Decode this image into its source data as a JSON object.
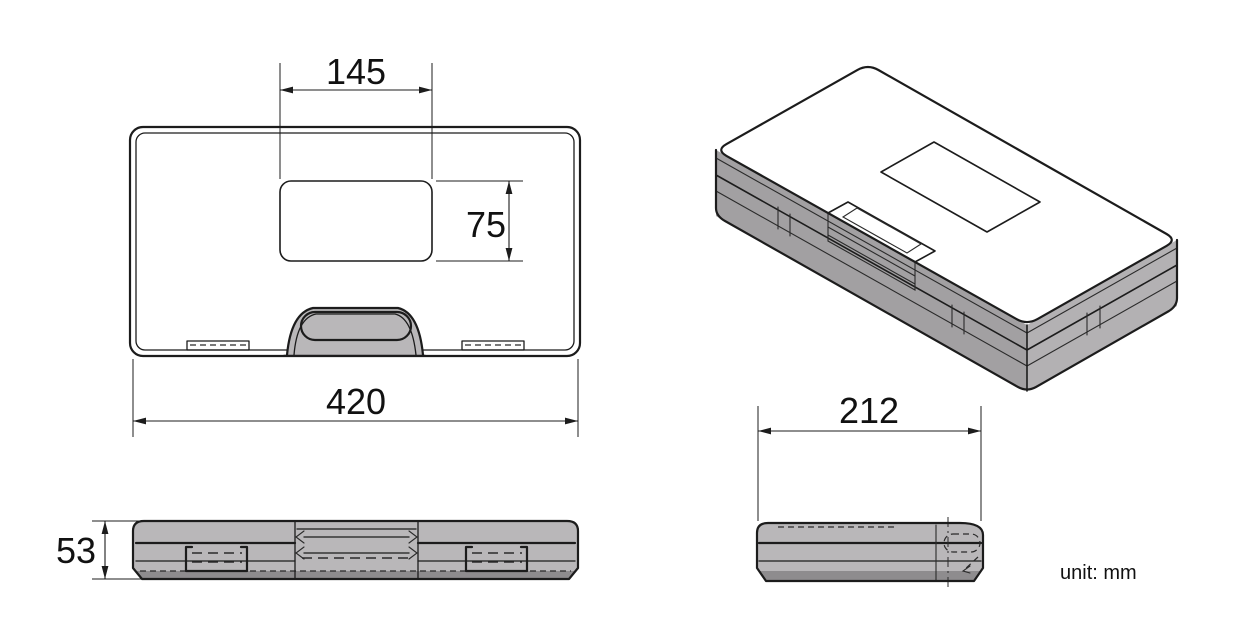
{
  "dimensions": {
    "label_width": "145",
    "label_height": "75",
    "case_length": "420",
    "case_height": "53",
    "case_depth": "212"
  },
  "unit_note": "unit: mm",
  "colors": {
    "line": "#1c1c1c",
    "case_fill": "#b9b7b9",
    "iso_top": "#c7c5c7",
    "iso_left": "#a2a0a2",
    "iso_right": "#b3b1b3",
    "shadow_band": "#8e8c8e",
    "pocket_dark": "#8e8c8e",
    "slot_fill": "#9b999b",
    "hole_white": "#ffffff",
    "background": "#ffffff"
  }
}
